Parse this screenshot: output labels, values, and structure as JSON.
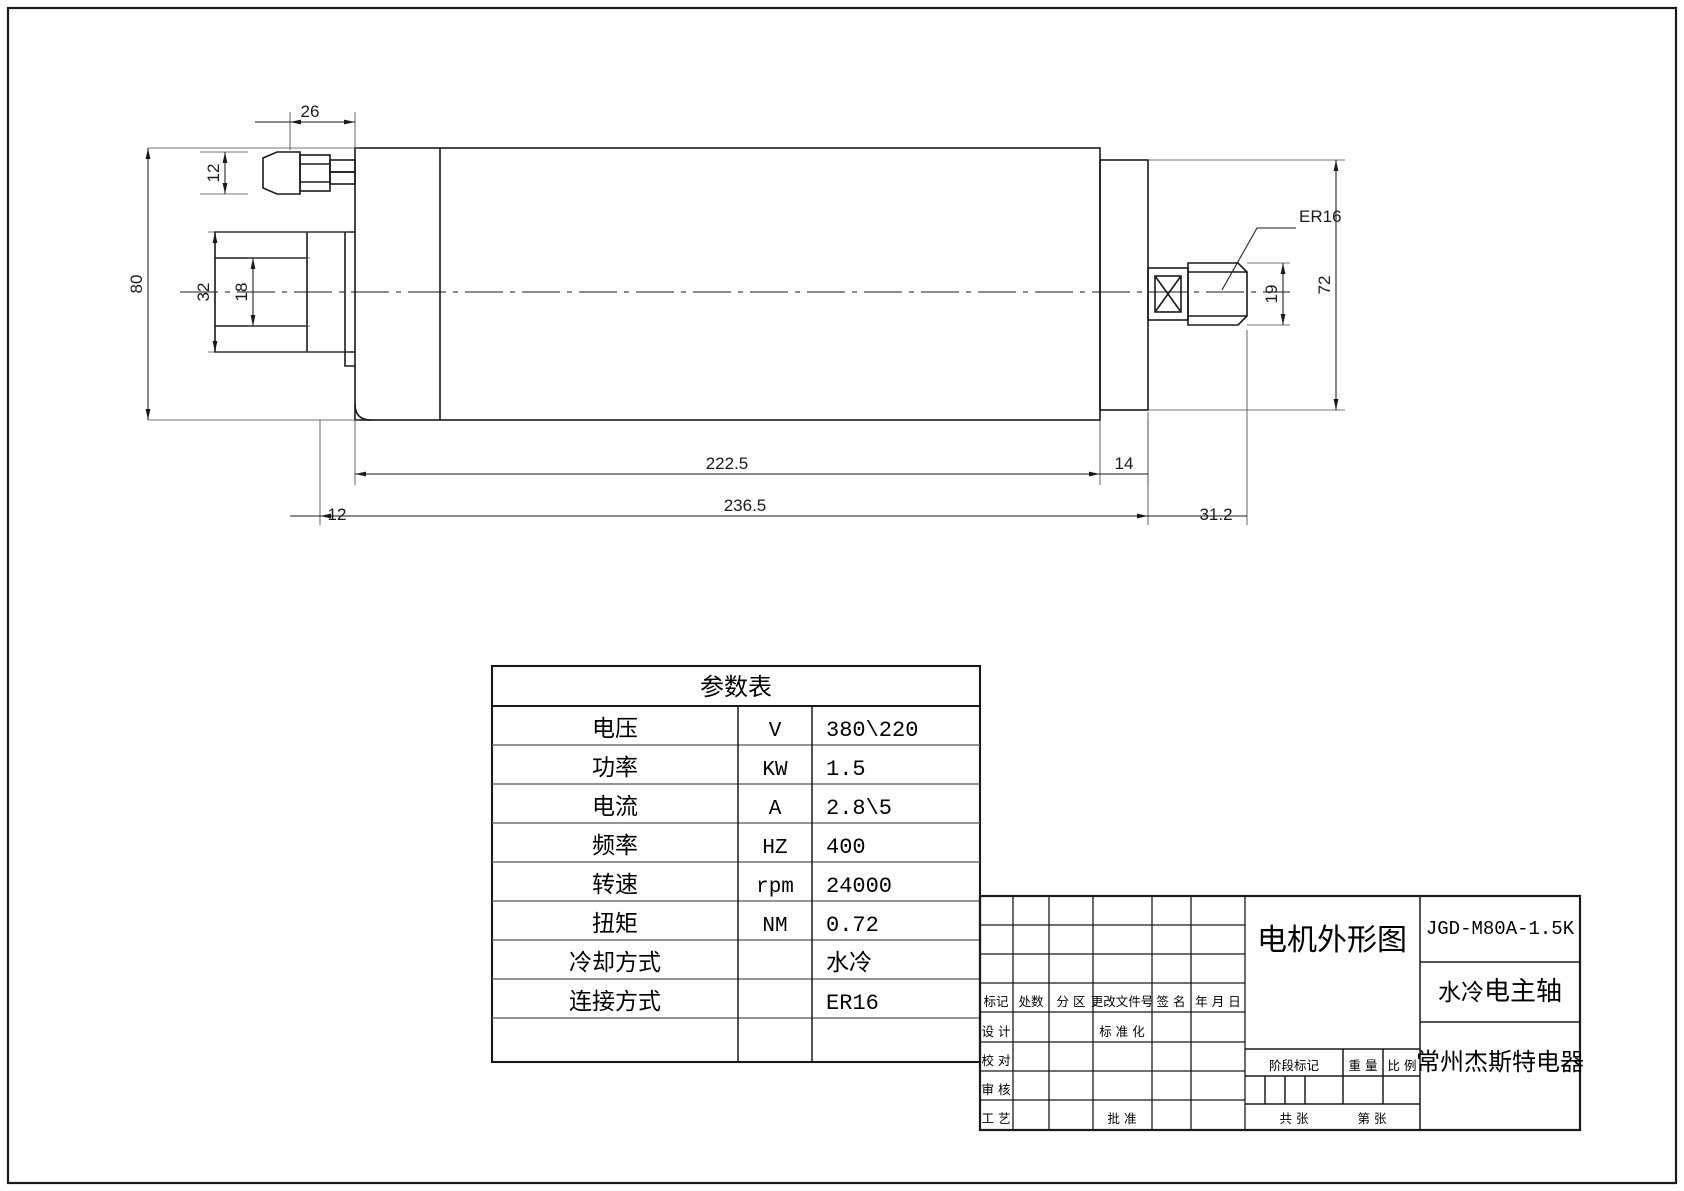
{
  "drawing": {
    "title_cn": "电机外形图",
    "part_number": "JGD-M80A-1.5K",
    "product_name_prefix": "水冷",
    "product_name_main": "电主轴",
    "company": "常州杰斯特电器",
    "callout_er16": "ER16"
  },
  "dimensions": {
    "d26": "26",
    "d12_top": "12",
    "d80": "80",
    "d32": "32",
    "d18": "18",
    "d72": "72",
    "d19": "19",
    "d222_5": "222.5",
    "d14": "14",
    "d12_left": "12",
    "d236_5": "236.5",
    "d31_2": "31.2"
  },
  "param_table": {
    "header": "参数表",
    "rows": [
      {
        "name": "电压",
        "unit": "V",
        "value": "380\\220"
      },
      {
        "name": "功率",
        "unit": "KW",
        "value": "1.5"
      },
      {
        "name": "电流",
        "unit": "A",
        "value": "2.8\\5"
      },
      {
        "name": "频率",
        "unit": "HZ",
        "value": "400"
      },
      {
        "name": "转速",
        "unit": "rpm",
        "value": "24000"
      },
      {
        "name": "扭矩",
        "unit": "NM",
        "value": "0.72"
      },
      {
        "name": "冷却方式",
        "unit": "",
        "value": "水冷"
      },
      {
        "name": "连接方式",
        "unit": "",
        "value": "ER16"
      },
      {
        "name": "",
        "unit": "",
        "value": ""
      }
    ]
  },
  "title_block": {
    "revision_headers": [
      "标记",
      "处数",
      "分  区",
      "更改文件号",
      "签 名",
      "年 月 日"
    ],
    "approval_rows": [
      "设 计",
      "校 对",
      "审 核",
      "工 艺"
    ],
    "standardize_label": "标 准 化",
    "approve_label": "批 准",
    "stage_mark_label": "阶段标记",
    "weight_label": "重 量",
    "scale_label": "比 例",
    "sheet_total_label": "共    张",
    "sheet_index_label": "第    张"
  }
}
